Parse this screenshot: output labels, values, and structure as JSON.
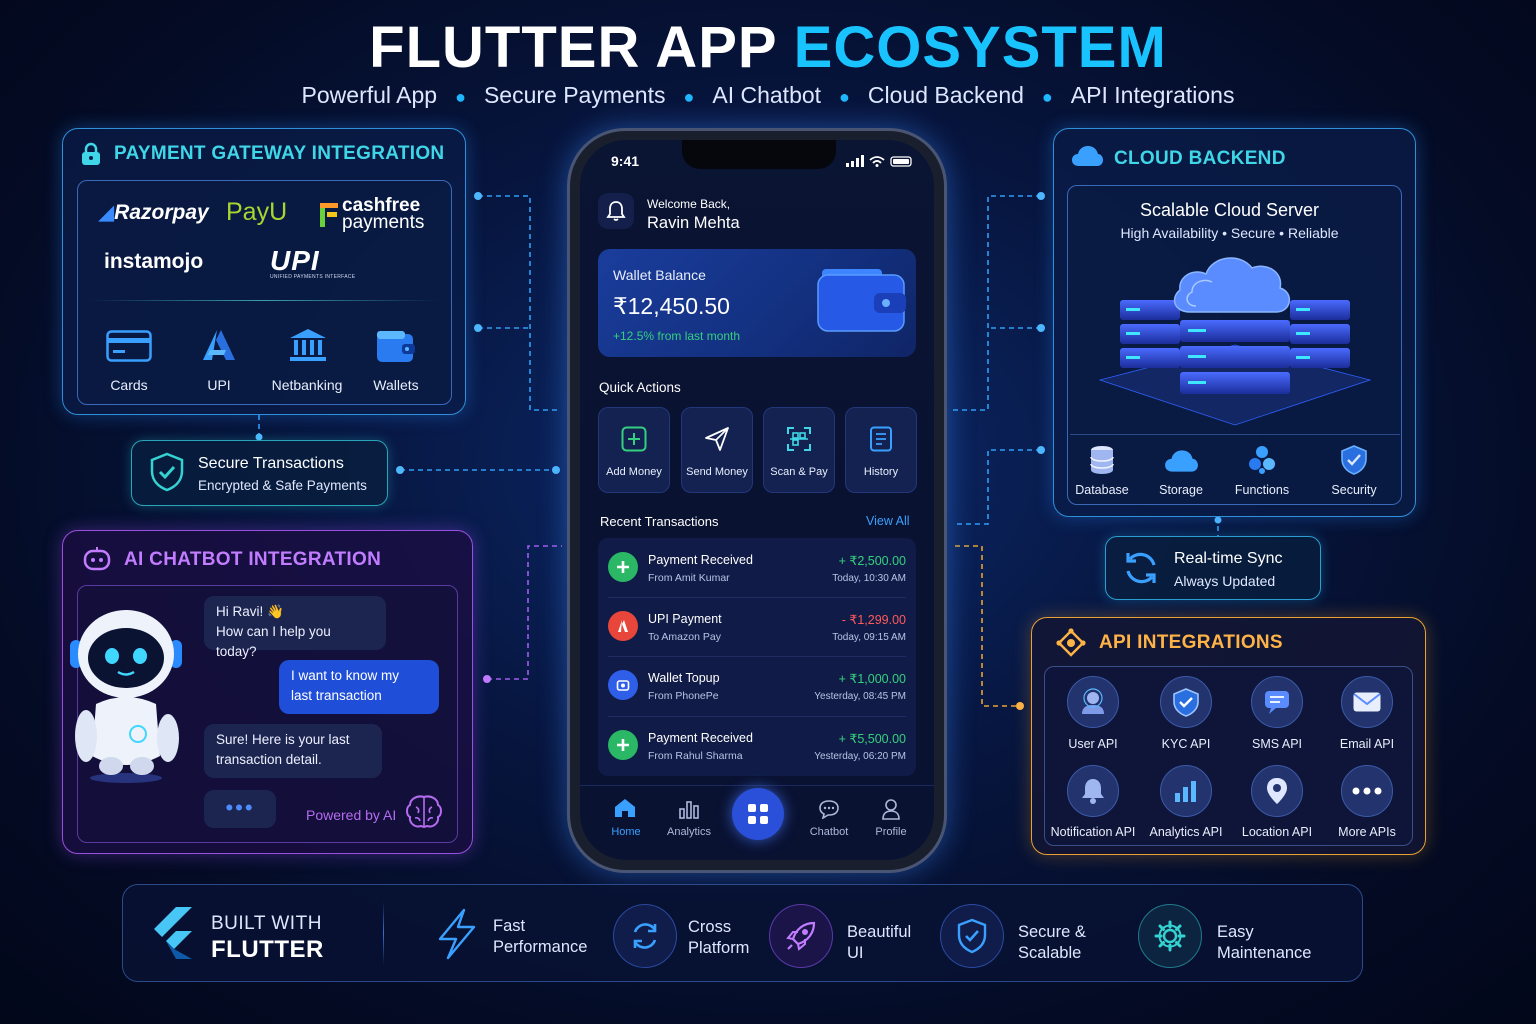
{
  "header": {
    "title_part1": "FLUTTER APP",
    "title_part2": "ECOSYSTEM",
    "subtitle_items": [
      "Powerful App",
      "Secure Payments",
      "AI Chatbot",
      "Cloud Backend",
      "API Integrations"
    ]
  },
  "payment": {
    "title": "PAYMENT GATEWAY INTEGRATION",
    "brands": {
      "razorpay": "Razorpay",
      "payu": "PayU",
      "cashfree_line1": "cashfree",
      "cashfree_line2": "payments",
      "instamojo": "instamojo",
      "upi": "UPI",
      "upi_tagline": "UNIFIED PAYMENTS INTERFACE"
    },
    "methods": [
      "Cards",
      "UPI",
      "Netbanking",
      "Wallets"
    ]
  },
  "secure_tx": {
    "title": "Secure Transactions",
    "subtitle": "Encrypted & Safe Payments"
  },
  "ai_chatbot": {
    "title": "AI CHATBOT INTEGRATION",
    "bot_msg_1_line1": "Hi Ravi! 👋",
    "bot_msg_1_line2": "How can I help you today?",
    "user_msg_line1": "I want to know my",
    "user_msg_line2": "last transaction",
    "bot_msg_2_line1": "Sure! Here is your last",
    "bot_msg_2_line2": "transaction detail.",
    "typing": "•••",
    "powered_by": "Powered by AI"
  },
  "phone": {
    "time": "9:41",
    "welcome": "Welcome Back,",
    "user_name": "Ravin Mehta",
    "wallet_label": "Wallet Balance",
    "wallet_amount": "₹12,450.50",
    "wallet_change": "+12.5% from last month",
    "quick_actions_title": "Quick Actions",
    "quick_actions": [
      "Add Money",
      "Send Money",
      "Scan & Pay",
      "History"
    ],
    "recent_title": "Recent Transactions",
    "view_all": "View All",
    "transactions": [
      {
        "title": "Payment Received",
        "sub": "From Amit Kumar",
        "amount": "+ ₹2,500.00",
        "time": "Today, 10:30 AM",
        "type": "credit"
      },
      {
        "title": "UPI Payment",
        "sub": "To Amazon Pay",
        "amount": "- ₹1,299.00",
        "time": "Today, 09:15 AM",
        "type": "debit"
      },
      {
        "title": "Wallet Topup",
        "sub": "From PhonePe",
        "amount": "+ ₹1,000.00",
        "time": "Yesterday, 08:45 PM",
        "type": "topup"
      },
      {
        "title": "Payment Received",
        "sub": "From Rahul Sharma",
        "amount": "+ ₹5,500.00",
        "time": "Yesterday, 06:20 PM",
        "type": "credit"
      }
    ],
    "nav": [
      "Home",
      "Analytics",
      "Chatbot",
      "Profile"
    ]
  },
  "cloud": {
    "title": "CLOUD BACKEND",
    "server_title": "Scalable Cloud Server",
    "server_sub": "High Availability  •  Secure  •  Reliable",
    "items": [
      "Database",
      "Storage",
      "Functions",
      "Security"
    ]
  },
  "sync": {
    "title": "Real-time Sync",
    "subtitle": "Always Updated"
  },
  "api": {
    "title": "API INTEGRATIONS",
    "items": [
      "User API",
      "KYC API",
      "SMS API",
      "Email API",
      "Notification API",
      "Analytics API",
      "Location API",
      "More APIs"
    ]
  },
  "footer": {
    "built_with": "BUILT WITH",
    "flutter": "FLUTTER",
    "features": [
      {
        "line1": "Fast",
        "line2": "Performance"
      },
      {
        "line1": "Cross",
        "line2": "Platform"
      },
      {
        "line1": "Beautiful",
        "line2": "UI"
      },
      {
        "line1": "Secure &",
        "line2": "Scalable"
      },
      {
        "line1": "Easy",
        "line2": "Maintenance"
      }
    ]
  },
  "colors": {
    "accent_cyan": "#19c3ff",
    "purple": "#c17cff",
    "orange": "#ffb347",
    "credit_green": "#35d07f",
    "debit_red": "#ff5a5a"
  }
}
